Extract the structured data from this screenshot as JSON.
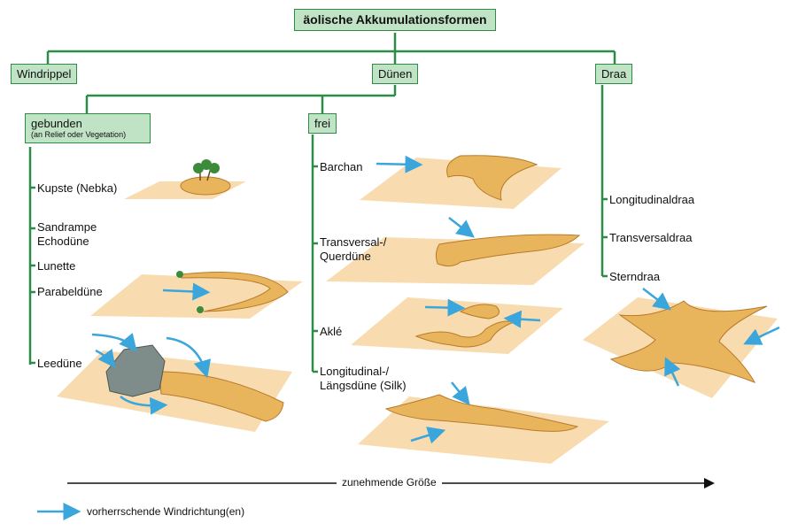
{
  "root": {
    "title": "äolische Akkumulationsformen"
  },
  "level1": {
    "windrippel": "Windrippel",
    "duenen": "Dünen",
    "draa": "Draa"
  },
  "gebunden": {
    "title": "gebunden",
    "subtitle": "(an Relief oder Vegetation)",
    "items": [
      "Kupste (Nebka)",
      "Sandrampe",
      "Echodüne",
      "Lunette",
      "Parabeldüne",
      "Leedüne"
    ]
  },
  "frei": {
    "title": "frei",
    "items": [
      "Barchan",
      "Transversal-/",
      "Querdüne",
      "Aklé",
      "Longitudinal-/",
      "Längsdüne (Silk)"
    ]
  },
  "draa": {
    "items": [
      "Longitudinaldraa",
      "Transversaldraa",
      "Sterndraa"
    ]
  },
  "axis": {
    "label": "zunehmende Größe"
  },
  "legend": {
    "label": "vorherrschende Windrichtung(en)"
  },
  "colors": {
    "tree_line": "#2d8c46",
    "box_fill": "#bfe3c4",
    "sand_plane": "#f8dcb0",
    "dune": "#e9b55c",
    "dune_dark": "#b97a2a",
    "arrow": "#3aa6dc",
    "rock": "#7e8c8a",
    "plant": "#3c8b3a"
  }
}
